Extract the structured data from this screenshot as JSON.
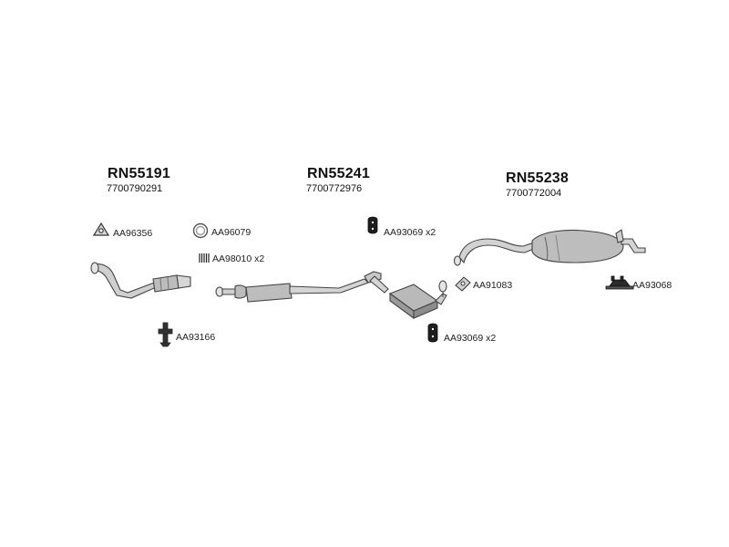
{
  "assemblies": [
    {
      "code": "RN55191",
      "oem": "7700790291"
    },
    {
      "code": "RN55241",
      "oem": "7700772976"
    },
    {
      "code": "RN55238",
      "oem": "7700772004"
    }
  ],
  "parts": [
    {
      "label": "AA96356",
      "icon": "gasket-triangle-icon"
    },
    {
      "label": "AA96079",
      "icon": "ring-gasket-icon"
    },
    {
      "label": "AA98010 x2",
      "icon": "spring-icon"
    },
    {
      "label": "AA93166",
      "icon": "mounting-bracket-icon"
    },
    {
      "label": "AA93069 x2",
      "icon": "rubber-hanger-icon"
    },
    {
      "label": "AA91083",
      "icon": "clamp-icon"
    },
    {
      "label": "AA93069 x2",
      "icon": "rubber-hanger-icon"
    },
    {
      "label": "AA93068",
      "icon": "rubber-mount-icon"
    }
  ],
  "colors": {
    "line": "#444444",
    "fill": "#bdbdbd",
    "dark": "#222222"
  }
}
